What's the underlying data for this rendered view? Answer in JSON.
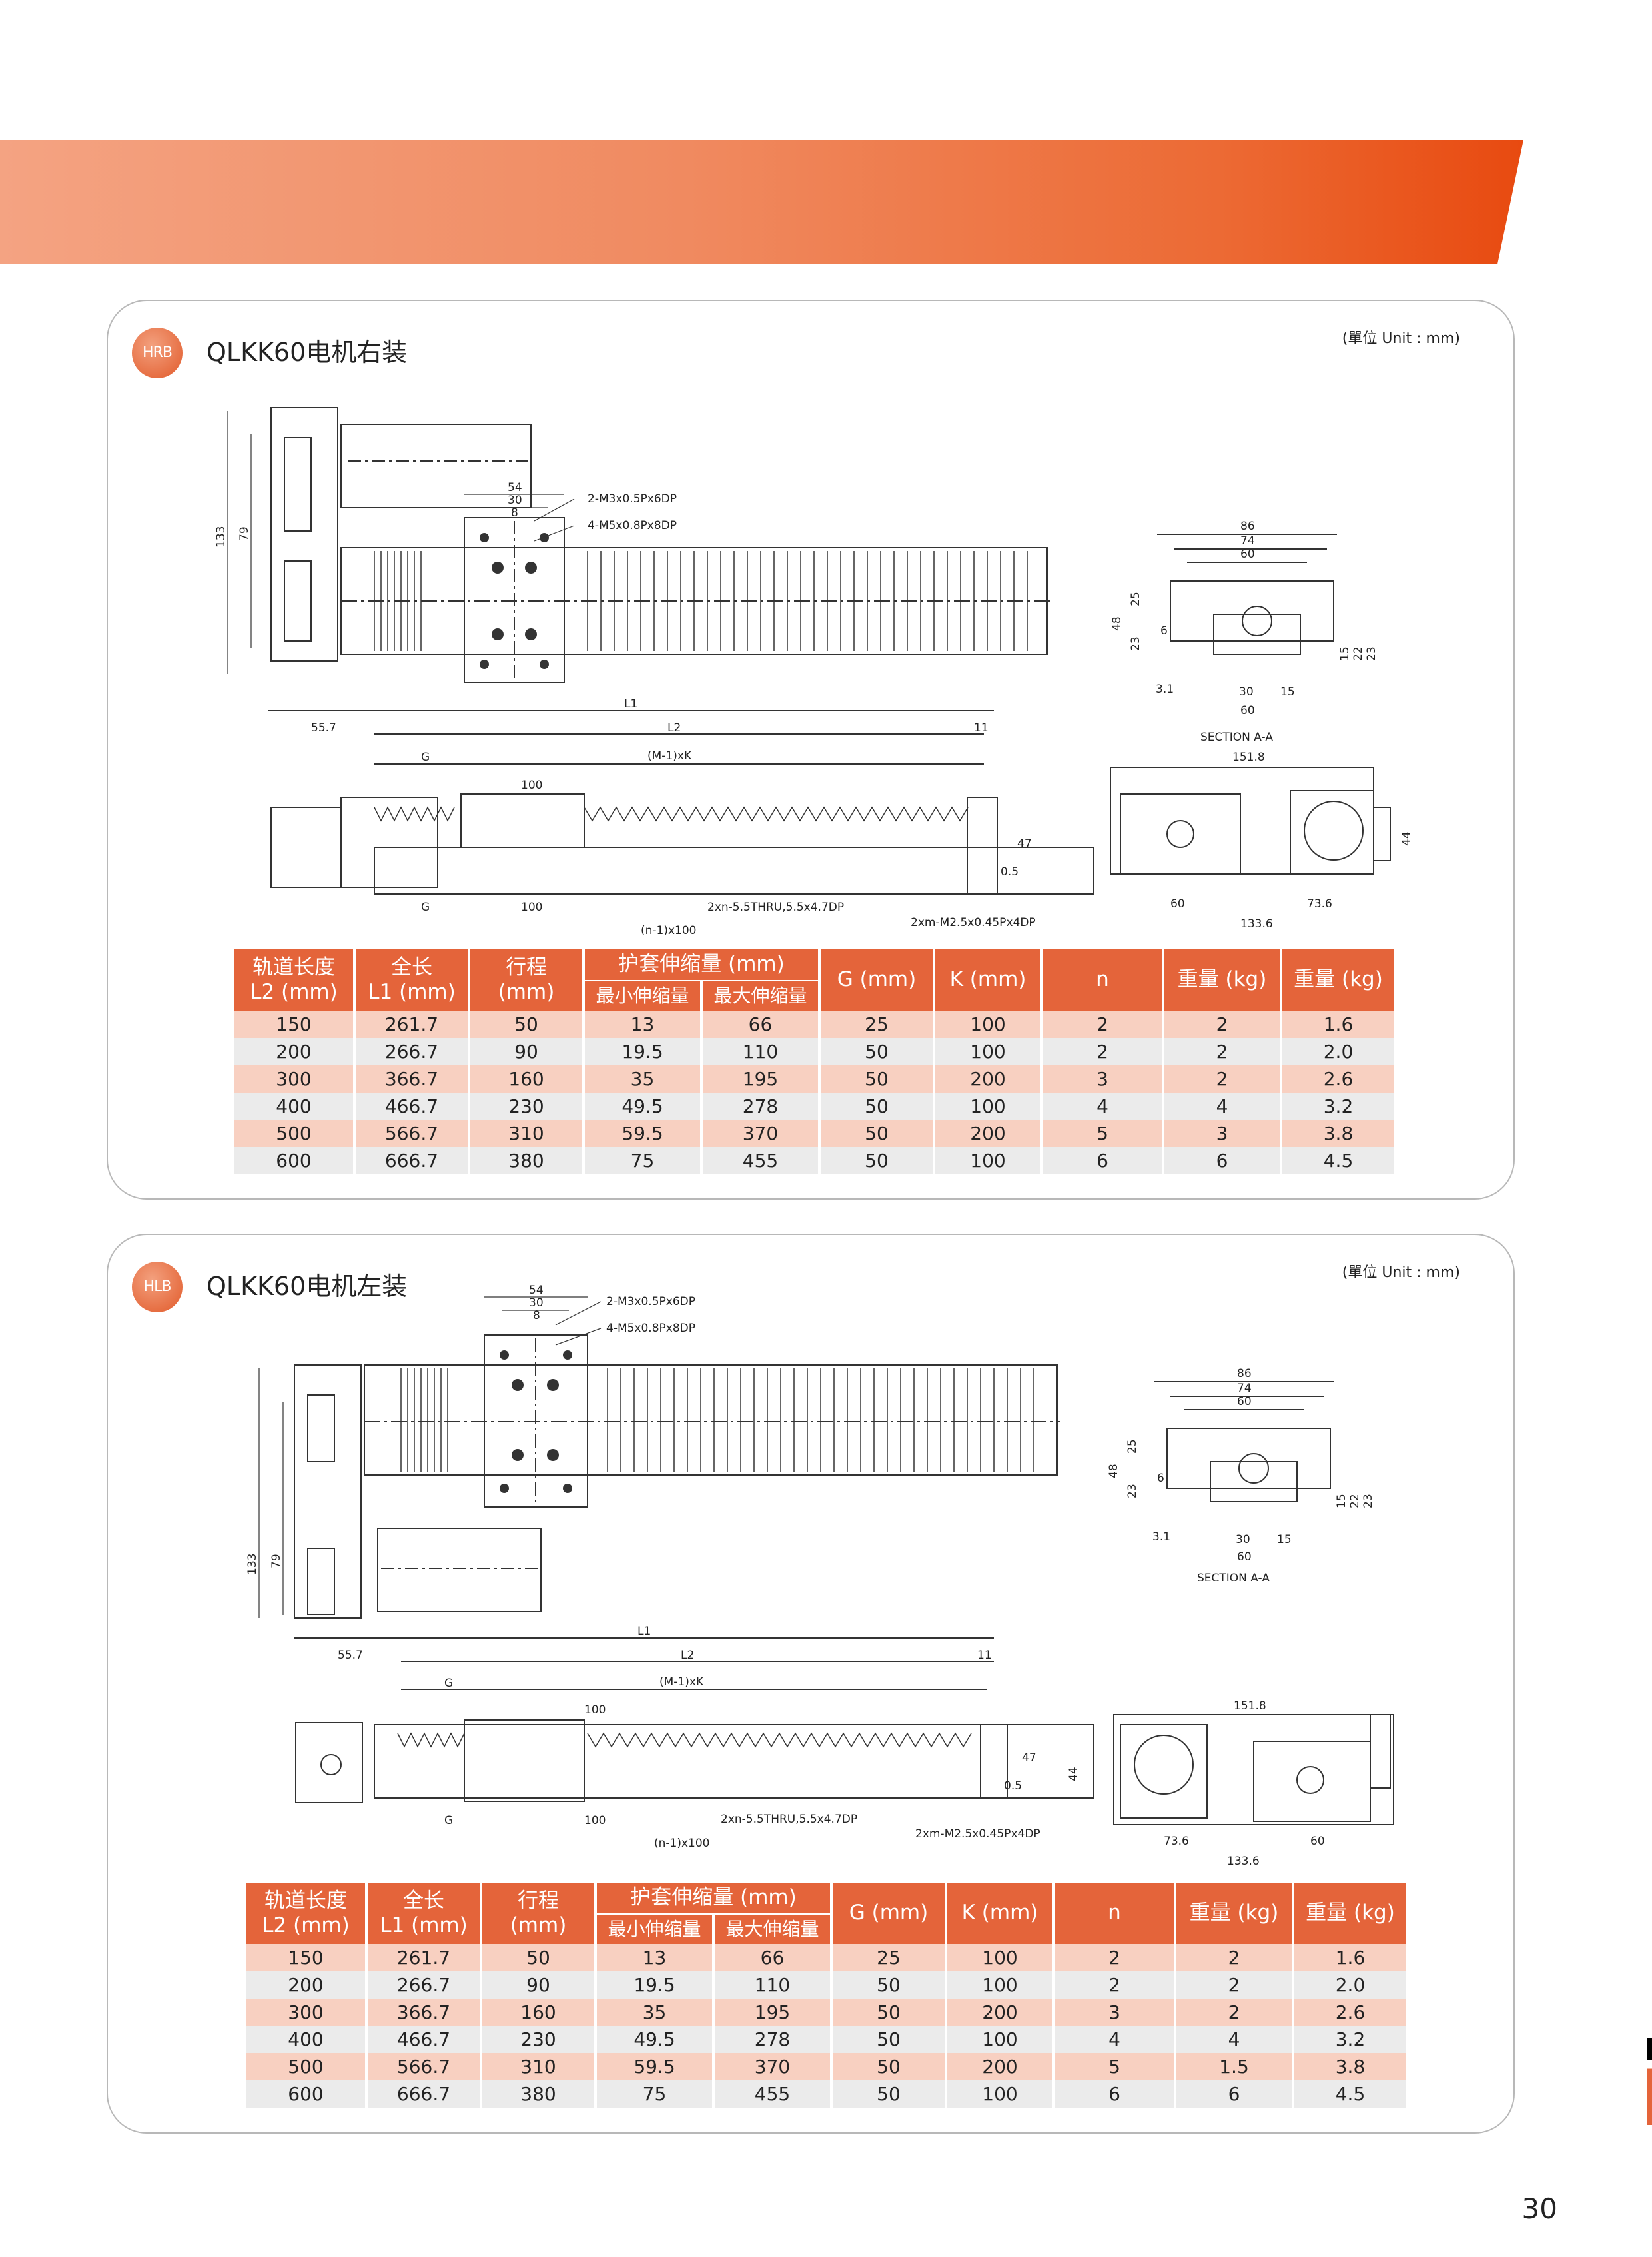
{
  "page": {
    "number": "30"
  },
  "sections": [
    {
      "badge": "HRB",
      "title": "QLKK60电机右装",
      "unit": "(單位 Unit : mm)",
      "drawing": {
        "top_dims": [
          "54",
          "30",
          "8"
        ],
        "top_notes": [
          "2-M3x0.5Px6DP",
          "4-M5x0.8Px8DP"
        ],
        "height_dims": [
          "133",
          "79"
        ],
        "length_dims": [
          "55.7",
          "L1",
          "L2",
          "11",
          "G",
          "(M-1)xK",
          "100"
        ],
        "bottom_dims": [
          "G",
          "100",
          "(n-1)x100"
        ],
        "side_dims": [
          "47",
          "0.5"
        ],
        "hole_notes": [
          "2xn-5.5THRU,5.5x4.7DP",
          "2xm-M2.5x0.45Px4DP"
        ],
        "section_widths": [
          "86",
          "74",
          "60"
        ],
        "section_left": [
          "48",
          "25",
          "23",
          "6"
        ],
        "section_right": [
          "15",
          "22",
          "23"
        ],
        "section_bottom": [
          "3.1",
          "30",
          "15",
          "60"
        ],
        "section_label": "SECTION A-A",
        "end_dims": [
          "151.8",
          "44",
          "60",
          "73.6",
          "133.6"
        ]
      },
      "table": {
        "headers": [
          "轨道长度\nL2 (mm)",
          "全长\nL1 (mm)",
          "行程\n(mm)",
          "护套伸缩量 (mm)",
          "G (mm)",
          "K (mm)",
          "n",
          "重量 (kg)",
          "重量 (kg)"
        ],
        "sub_headers": [
          "最小伸缩量",
          "最大伸缩量"
        ],
        "rows": [
          [
            "150",
            "261.7",
            "50",
            "13",
            "66",
            "25",
            "100",
            "2",
            "2",
            "1.6"
          ],
          [
            "200",
            "266.7",
            "90",
            "19.5",
            "110",
            "50",
            "100",
            "2",
            "2",
            "2.0"
          ],
          [
            "300",
            "366.7",
            "160",
            "35",
            "195",
            "50",
            "200",
            "3",
            "2",
            "2.6"
          ],
          [
            "400",
            "466.7",
            "230",
            "49.5",
            "278",
            "50",
            "100",
            "4",
            "4",
            "3.2"
          ],
          [
            "500",
            "566.7",
            "310",
            "59.5",
            "370",
            "50",
            "200",
            "5",
            "3",
            "3.8"
          ],
          [
            "600",
            "666.7",
            "380",
            "75",
            "455",
            "50",
            "100",
            "6",
            "6",
            "4.5"
          ]
        ]
      }
    },
    {
      "badge": "HLB",
      "title": "QLKK60电机左装",
      "unit": "(單位 Unit : mm)",
      "drawing": {
        "top_dims": [
          "54",
          "30",
          "8"
        ],
        "top_notes": [
          "2-M3x0.5Px6DP",
          "4-M5x0.8Px8DP"
        ],
        "height_dims": [
          "133",
          "79"
        ],
        "length_dims": [
          "55.7",
          "L1",
          "L2",
          "11",
          "G",
          "(M-1)xK",
          "100"
        ],
        "bottom_dims": [
          "G",
          "100",
          "(n-1)x100"
        ],
        "side_dims": [
          "47",
          "0.5"
        ],
        "hole_notes": [
          "2xn-5.5THRU,5.5x4.7DP",
          "2xm-M2.5x0.45Px4DP"
        ],
        "section_widths": [
          "86",
          "74",
          "60"
        ],
        "section_left": [
          "48",
          "25",
          "23",
          "6"
        ],
        "section_right": [
          "15",
          "22",
          "23"
        ],
        "section_bottom": [
          "3.1",
          "30",
          "15",
          "60"
        ],
        "section_label": "SECTION A-A",
        "end_dims": [
          "151.8",
          "44",
          "73.6",
          "60",
          "133.6"
        ]
      },
      "table": {
        "headers": [
          "轨道长度\nL2 (mm)",
          "全长\nL1 (mm)",
          "行程\n(mm)",
          "护套伸缩量 (mm)",
          "G (mm)",
          "K (mm)",
          "n",
          "重量 (kg)",
          "重量 (kg)"
        ],
        "sub_headers": [
          "最小伸缩量",
          "最大伸缩量"
        ],
        "rows": [
          [
            "150",
            "261.7",
            "50",
            "13",
            "66",
            "25",
            "100",
            "2",
            "2",
            "1.6"
          ],
          [
            "200",
            "266.7",
            "90",
            "19.5",
            "110",
            "50",
            "100",
            "2",
            "2",
            "2.0"
          ],
          [
            "300",
            "366.7",
            "160",
            "35",
            "195",
            "50",
            "200",
            "3",
            "2",
            "2.6"
          ],
          [
            "400",
            "466.7",
            "230",
            "49.5",
            "278",
            "50",
            "100",
            "4",
            "4",
            "3.2"
          ],
          [
            "500",
            "566.7",
            "310",
            "59.5",
            "370",
            "50",
            "200",
            "5",
            "1.5",
            "3.8"
          ],
          [
            "600",
            "666.7",
            "380",
            "75",
            "455",
            "50",
            "100",
            "6",
            "6",
            "4.5"
          ]
        ]
      }
    }
  ]
}
